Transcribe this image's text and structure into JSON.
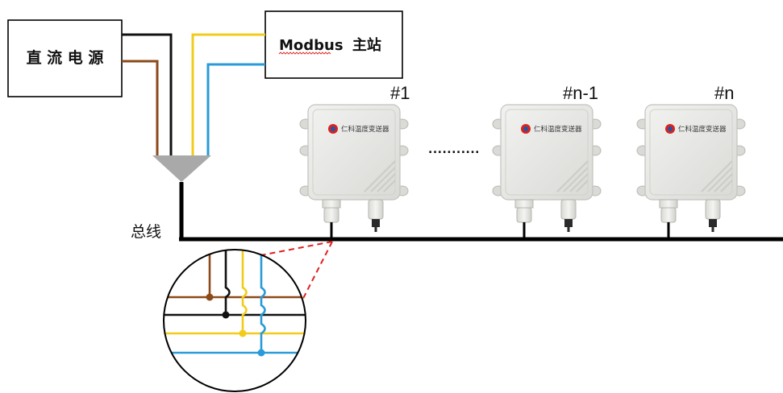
{
  "power_box": {
    "label": "直 流 电 源"
  },
  "master_box": {
    "label_en": "Modbus",
    "label_cn": "主站"
  },
  "bus_label": "总线",
  "devices": [
    {
      "number": "#1",
      "brand": "仁科温度变送器"
    },
    {
      "number": "#n-1",
      "brand": "仁科温度变送器"
    },
    {
      "number": "#n",
      "brand": "仁科温度变送器"
    }
  ],
  "ellipsis": "...........",
  "colors": {
    "wire_black": "#111111",
    "wire_brown": "#8B4A1A",
    "wire_yellow": "#F2CC1B",
    "wire_blue": "#2A9AD8",
    "zoom_callout": "#E02020",
    "device_body": "#E9E9E6",
    "logo_red": "#D8231F",
    "logo_blue": "#1F56A8"
  }
}
